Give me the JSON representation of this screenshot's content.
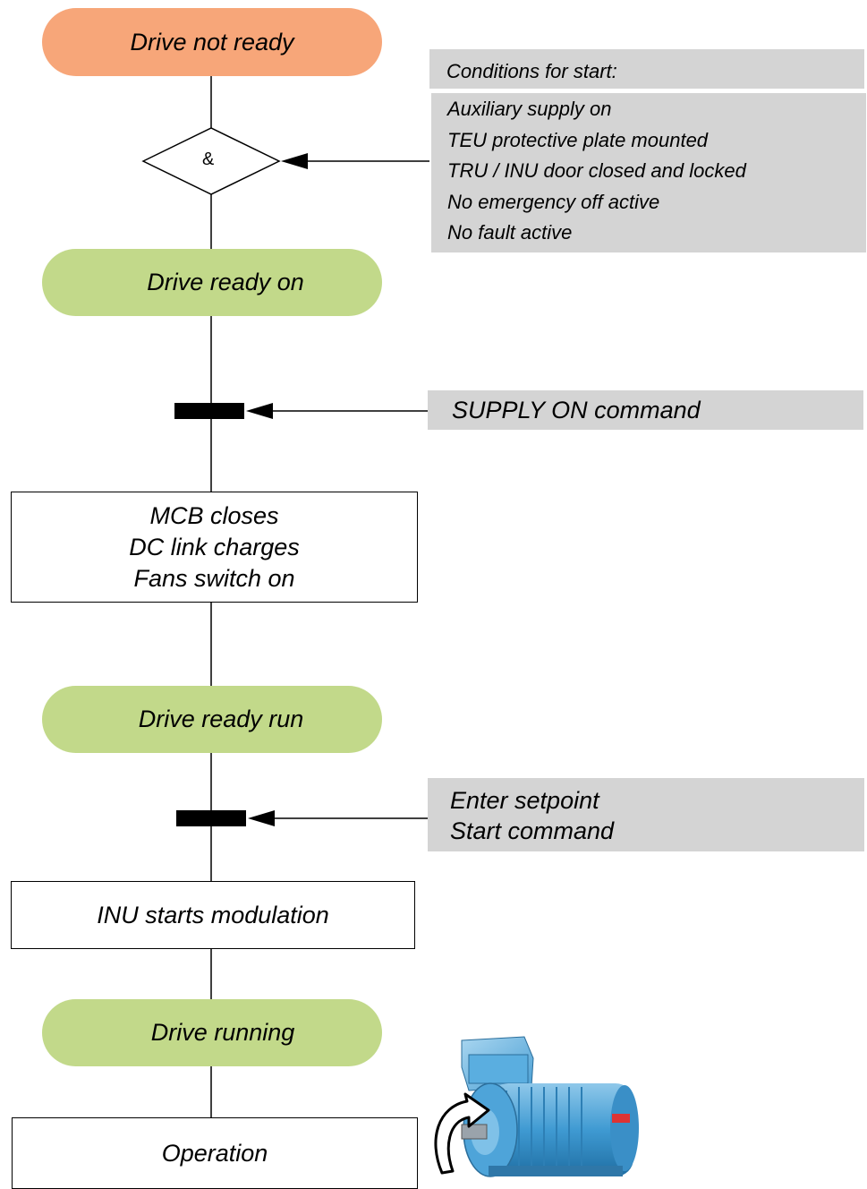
{
  "states": {
    "not_ready": "Drive not ready",
    "ready_on": "Drive ready on",
    "ready_run": "Drive ready run",
    "running": "Drive running"
  },
  "gate": {
    "symbol": "&"
  },
  "conditions": {
    "header": "Conditions for start:",
    "items": [
      "Auxiliary supply on",
      "TEU protective plate mounted",
      "TRU / INU door closed and locked",
      "No emergency off active",
      "No fault active"
    ]
  },
  "commands": {
    "supply_on": "SUPPLY ON command",
    "setpoint_lines": [
      "Enter setpoint",
      "Start command"
    ]
  },
  "actions": {
    "mcb_lines": [
      "MCB closes",
      "DC link charges",
      "Fans switch on"
    ],
    "inu": "INU starts modulation",
    "operation": "Operation"
  },
  "colors": {
    "state_initial": "#f7a679",
    "state_ready": "#c2d98a",
    "condition_box": "#d4d4d4"
  }
}
